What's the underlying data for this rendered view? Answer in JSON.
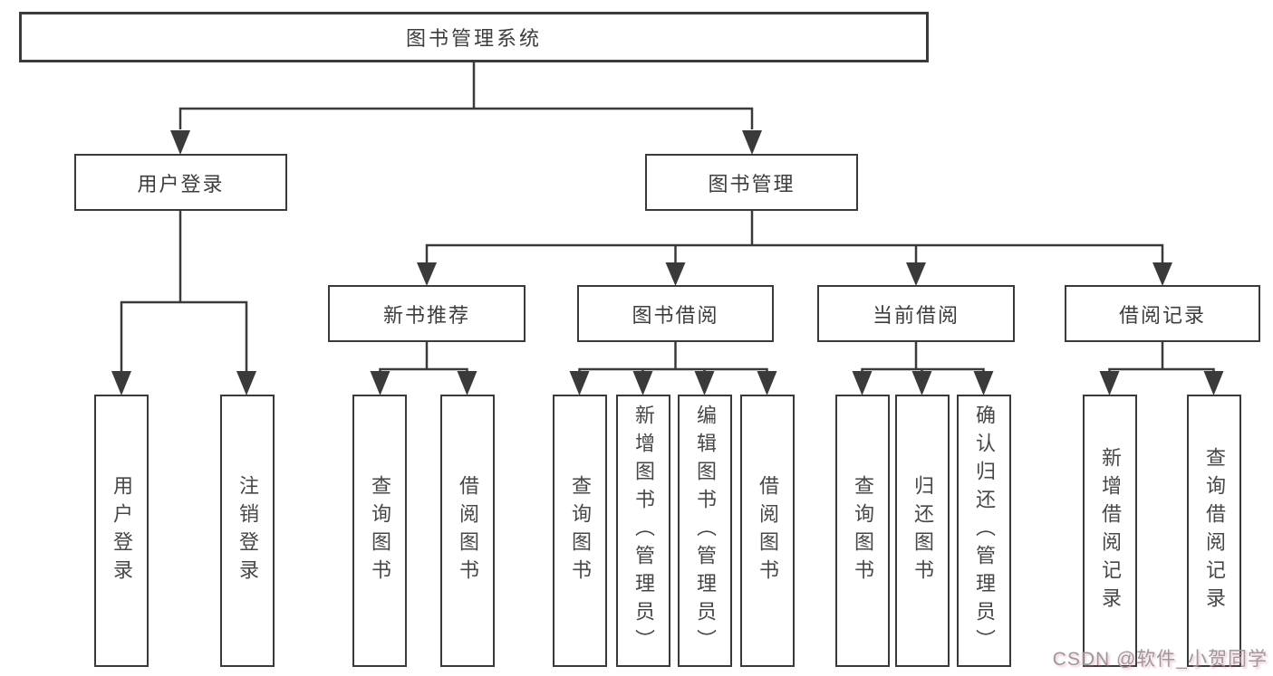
{
  "diagram": {
    "root": "图书管理系统",
    "branches": [
      {
        "label": "用户登录",
        "children": [
          "用户登录",
          "注销登录"
        ]
      },
      {
        "label": "图书管理",
        "groups": [
          {
            "label": "新书推荐",
            "children": [
              "查询图书",
              "借阅图书"
            ]
          },
          {
            "label": "图书借阅",
            "children": [
              "查询图书",
              "新增图书（管理员）",
              "编辑图书（管理员）",
              "借阅图书"
            ]
          },
          {
            "label": "当前借阅",
            "children": [
              "查询图书",
              "归还图书",
              "确认归还（管理员）"
            ]
          },
          {
            "label": "借阅记录",
            "children": [
              "新增借阅记录",
              "查询借阅记录"
            ]
          }
        ]
      }
    ]
  },
  "watermark": "CSDN @软件_小贺同学",
  "colors": {
    "line": "#3a3a3a",
    "box_border": "#3a3a3a",
    "box_fill": "#ffffff",
    "text": "#3d3d3d",
    "watermark": "#9a9a9a"
  }
}
